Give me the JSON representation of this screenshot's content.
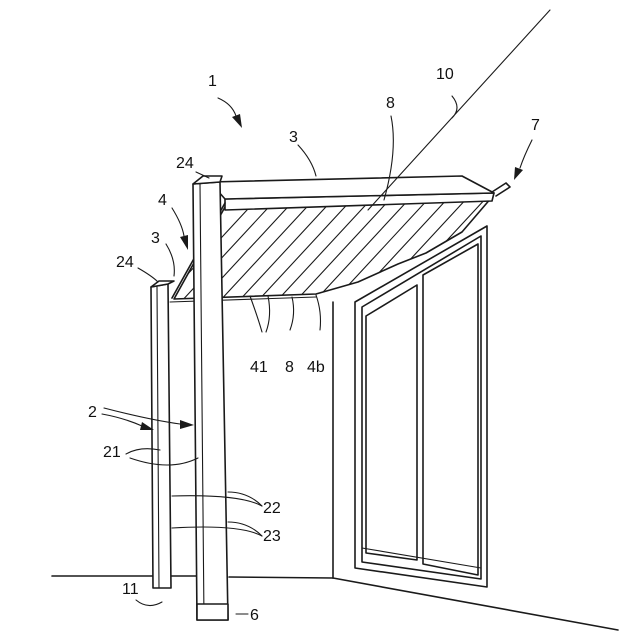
{
  "figure": {
    "labels": {
      "l1": "1",
      "l10": "10",
      "l8_top": "8",
      "l7": "7",
      "l3_top": "3",
      "l24_top": "24",
      "l4": "4",
      "l3_left": "3",
      "l24_left": "24",
      "l41": "41",
      "l8_bottom": "8",
      "l4b": "4b",
      "l2": "2",
      "l21": "21",
      "l22": "22",
      "l23": "23",
      "l11": "11",
      "l6": "6"
    }
  }
}
